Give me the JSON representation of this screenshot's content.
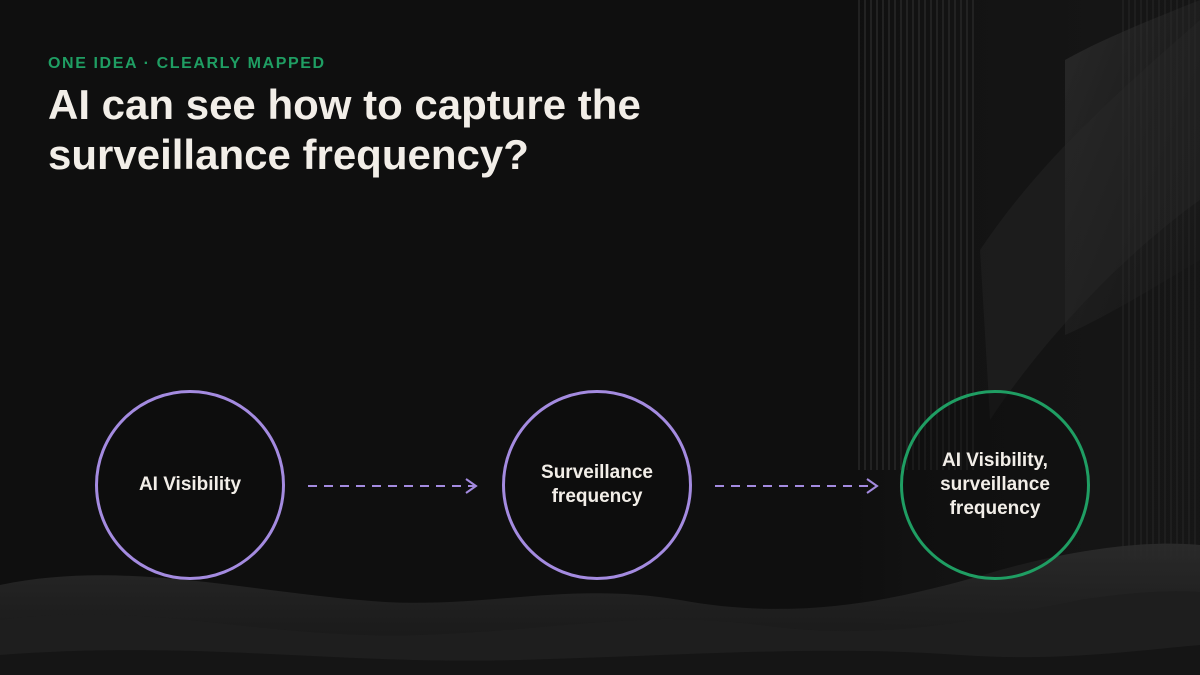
{
  "eyebrow": "ONE IDEA · CLEARLY MAPPED",
  "title": "AI can see how to capture the surveillance frequency?",
  "nodes": [
    {
      "label": "AI Visibility",
      "color": "#a48be0"
    },
    {
      "label": "Surveillance frequency",
      "color": "#a48be0"
    },
    {
      "label": "AI Visibility, surveillance frequency",
      "color": "#1f9e63"
    }
  ],
  "colors": {
    "accent_green": "#1f9e63",
    "accent_purple": "#a48be0",
    "text": "#f2eee8",
    "background": "#0f0f0f"
  }
}
